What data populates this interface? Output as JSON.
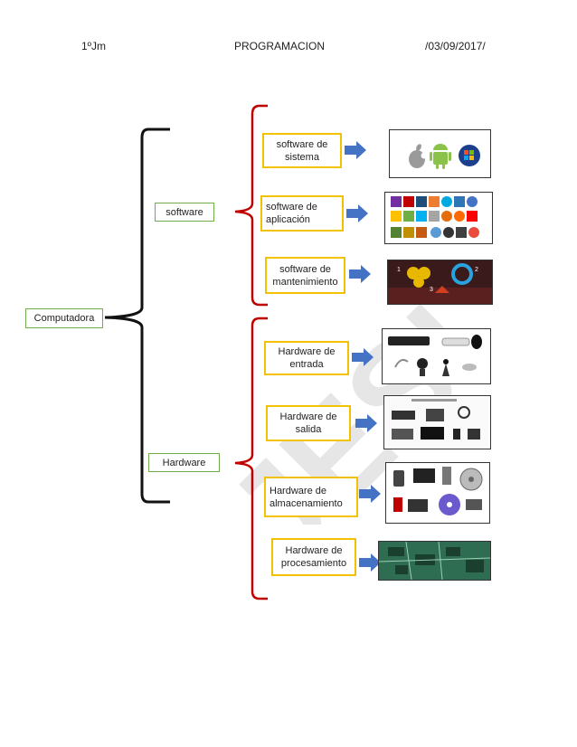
{
  "header": {
    "left": "1ºJm",
    "center": "PROGRAMACION",
    "right": "/03/09/2017/"
  },
  "root": "Computadora",
  "branches": {
    "software": "software",
    "hardware": "Hardware"
  },
  "software_items": [
    {
      "label": "software de sistema",
      "image": "os-logos-apple-android-windows"
    },
    {
      "label": "software de aplicación",
      "image": "application-icons-grid"
    },
    {
      "label": "software de mantenimiento",
      "image": "maintenance-software-logos"
    }
  ],
  "hardware_items": [
    {
      "label": "Hardware de entrada",
      "image": "input-devices-keyboard-mouse-webcam-joystick"
    },
    {
      "label": "Hardware de salida",
      "image": "output-devices-printer-monitor-speakers"
    },
    {
      "label": "Hardware de almacenamiento",
      "image": "storage-devices-usb-disk-cd"
    },
    {
      "label": "Hardware de procesamiento",
      "image": "motherboard-circuit"
    }
  ],
  "watermark": "JESUS",
  "colors": {
    "green_border": "#70ad47",
    "gold_border": "#f2c200",
    "brace_black": "#111111",
    "brace_red": "#c00000",
    "arrow_blue": "#4472c4",
    "watermark": "#e6e6e6"
  }
}
